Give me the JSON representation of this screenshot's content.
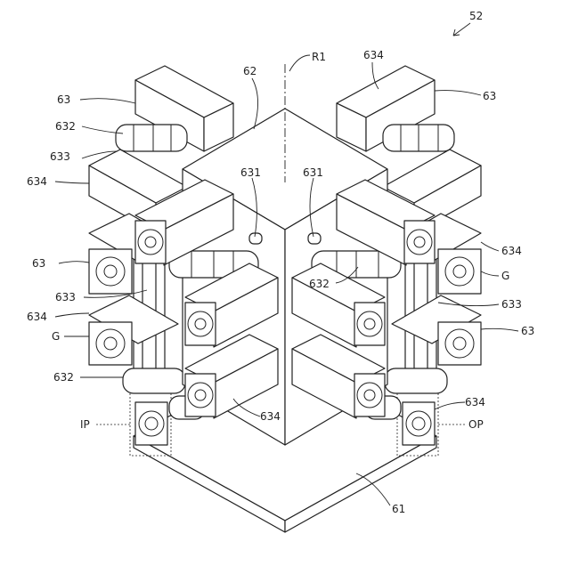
{
  "figure_number": "52",
  "labels": {
    "base": "61",
    "column": "62",
    "unit": "63",
    "arm_a": "631",
    "arm_b": "632",
    "arm_c": "633",
    "block": "634",
    "axis": "R1",
    "gripper": "G",
    "input_port": "IP",
    "output_port": "OP"
  }
}
